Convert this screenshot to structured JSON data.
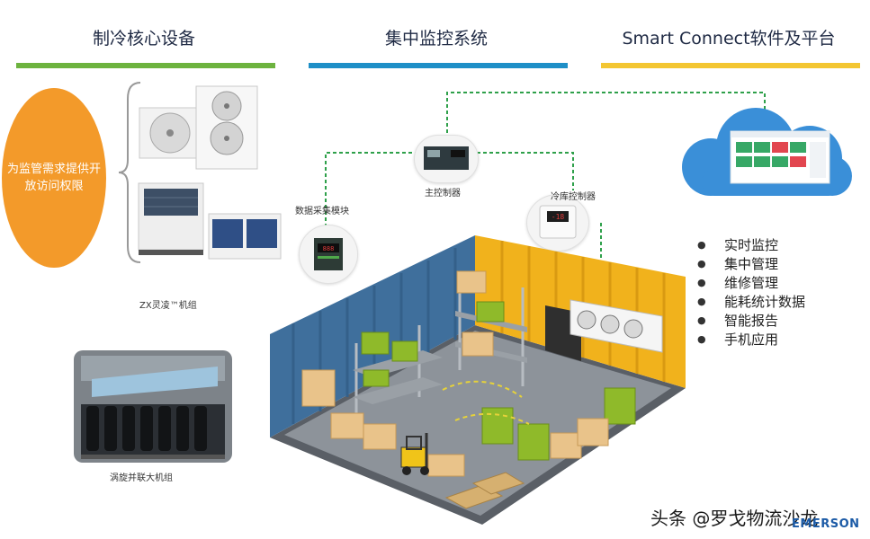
{
  "columns": [
    {
      "title": "制冷核心设备",
      "bar_color": "#6db33f"
    },
    {
      "title": "集中监控系统",
      "bar_color": "#1e8fc7"
    },
    {
      "title": "Smart Connect软件及平台",
      "bar_color": "#f3c632"
    }
  ],
  "access_note": "为监管需求提供开放访问权限",
  "units": {
    "zx_label": "ZX灵凌™机组",
    "scroll_label": "涡旋并联大机组"
  },
  "devices": {
    "data_module": "数据采集模块",
    "main_controller": "主控制器",
    "cold_room_controller": "冷库控制器"
  },
  "features": [
    "实时监控",
    "集中管理",
    "维修管理",
    "能耗统计数据",
    "智能报告",
    "手机应用"
  ],
  "watermark": "头条 @罗戈物流沙龙",
  "brand": "EMERSON",
  "colors": {
    "network_line": "#2ea04a",
    "cloud": "#3a8fd8",
    "warehouse_wall_left": "#3f6f9c",
    "warehouse_wall_right": "#f1b21c"
  }
}
